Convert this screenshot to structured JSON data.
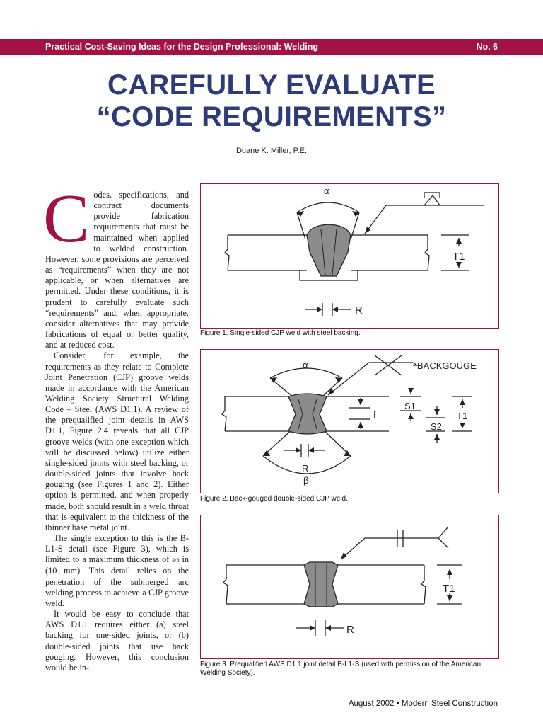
{
  "header": {
    "series": "Practical Cost-Saving Ideas for the Design Professional: Welding",
    "number": "No. 6"
  },
  "title": {
    "line1": "CAREFULLY EVALUATE",
    "line2": "“CODE REQUIREMENTS”"
  },
  "author": "Duane K. Miller,  P.E.",
  "body": {
    "dropcap": "C",
    "p1": "odes, specifications, and contract documents provide fabrication requirements that must be maintained when applied to welded construction. However, some provisions are perceived as “requirements” when they are not applicable, or when alternatives are permitted. Under these conditions, it is prudent to carefully evaluate such “requirements” and, when appropriate, consider alternatives that may provide fabrications of equal or better quality, and at reduced cost.",
    "p2": "Consider, for example, the requirements as they relate to Complete Joint Penetration (CJP) groove welds made in accordance with the American Welding Society Structural Welding Code – Steel (AWS D1.1). A review of the prequalified joint details in AWS D1.1, Figure 2.4 reveals that all CJP groove welds (with one exception which will be discussed below) utilize either single-sided joints with steel backing, or double-sided joints that involve back gouging (see Figures 1 and 2). Either option is permitted, and when properly made, both should result in a weld throat that is equivalent to the thickness of the thinner base metal joint.",
    "p3_a": "The single exception to this is the B-L1-S detail (see Figure 3), which is limited to a maximum thickness of ",
    "p3_frac": "3/8",
    "p3_b": " in (10 mm). This detail relies on the penetration of the submerged arc welding process to achieve a CJP groove weld.",
    "p4": "It would be easy to conclude that AWS D1.1 requires either (a) steel backing for one-sided joints, or (b) double-sided joints that use back gouging. However, this conclusion would be in-"
  },
  "figures": {
    "fig1": {
      "alpha": "α",
      "t1": "T1",
      "r": "R",
      "caption": "Figure 1.  Single-sided CJP weld with steel backing."
    },
    "fig2": {
      "alpha": "α",
      "backgouge": "BACKGOUGE",
      "s1": "S1",
      "s2": "S2",
      "t1": "T1",
      "f": "f",
      "r": "R",
      "beta": "β",
      "caption": "Figure 2.  Back-gouged double-sided CJP weld."
    },
    "fig3": {
      "t1": "T1",
      "r": "R",
      "caption": "Figure 3. Prequalified AWS D1.1 joint detail B-L1-S (used with permission of the American Welding Society)."
    }
  },
  "footer": "August 2002 • Modern Steel Construction",
  "colors": {
    "accent": "#a31245",
    "title": "#2c3c78",
    "weld": "#8c8c8c"
  }
}
